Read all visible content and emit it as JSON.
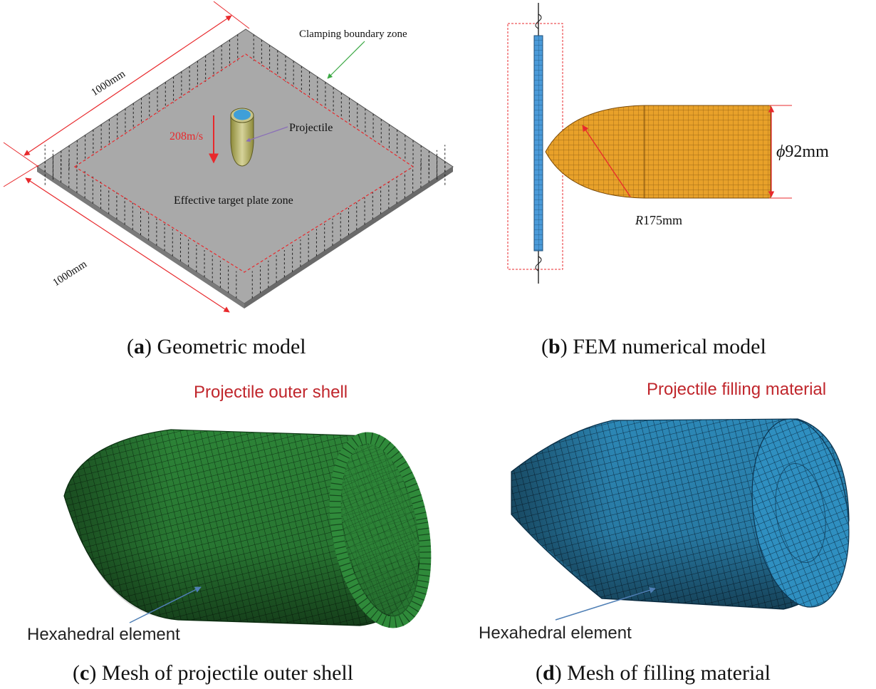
{
  "panels": {
    "a": {
      "caption_letter": "a",
      "caption_text": " Geometric model",
      "dim_top": "1000mm",
      "dim_bottom": "1000mm",
      "velocity": "208m/s",
      "projectile_label": "Projectile",
      "clamping_label": "Clamping boundary zone",
      "effective_label": "Effective target plate zone"
    },
    "b": {
      "caption_letter": "b",
      "caption_text": " FEM numerical model",
      "diameter_symbol": "ϕ",
      "diameter_value": "92mm",
      "radius_symbol": "R",
      "radius_value": "175mm"
    },
    "c": {
      "caption_letter": "c",
      "caption_text": " Mesh of projectile outer shell",
      "title": "Projectile outer shell",
      "element_label": "Hexahedral element"
    },
    "d": {
      "caption_letter": "d",
      "caption_text": " Mesh of filling material",
      "title": "Projectile filling material",
      "element_label": "Hexahedral element"
    }
  },
  "colors": {
    "dimension_red": "#e8292c",
    "title_red": "#c0262c",
    "plate_gray": "#a9a9a9",
    "shell_green": "#2e7d32",
    "fill_blue": "#2e8ab8",
    "fem_orange": "#e8a12a",
    "fem_blue": "#4a9ad8",
    "arrow_blue": "#4f7fb5",
    "arrow_green": "#3aa843",
    "arrow_purple": "#8a6fb8"
  }
}
